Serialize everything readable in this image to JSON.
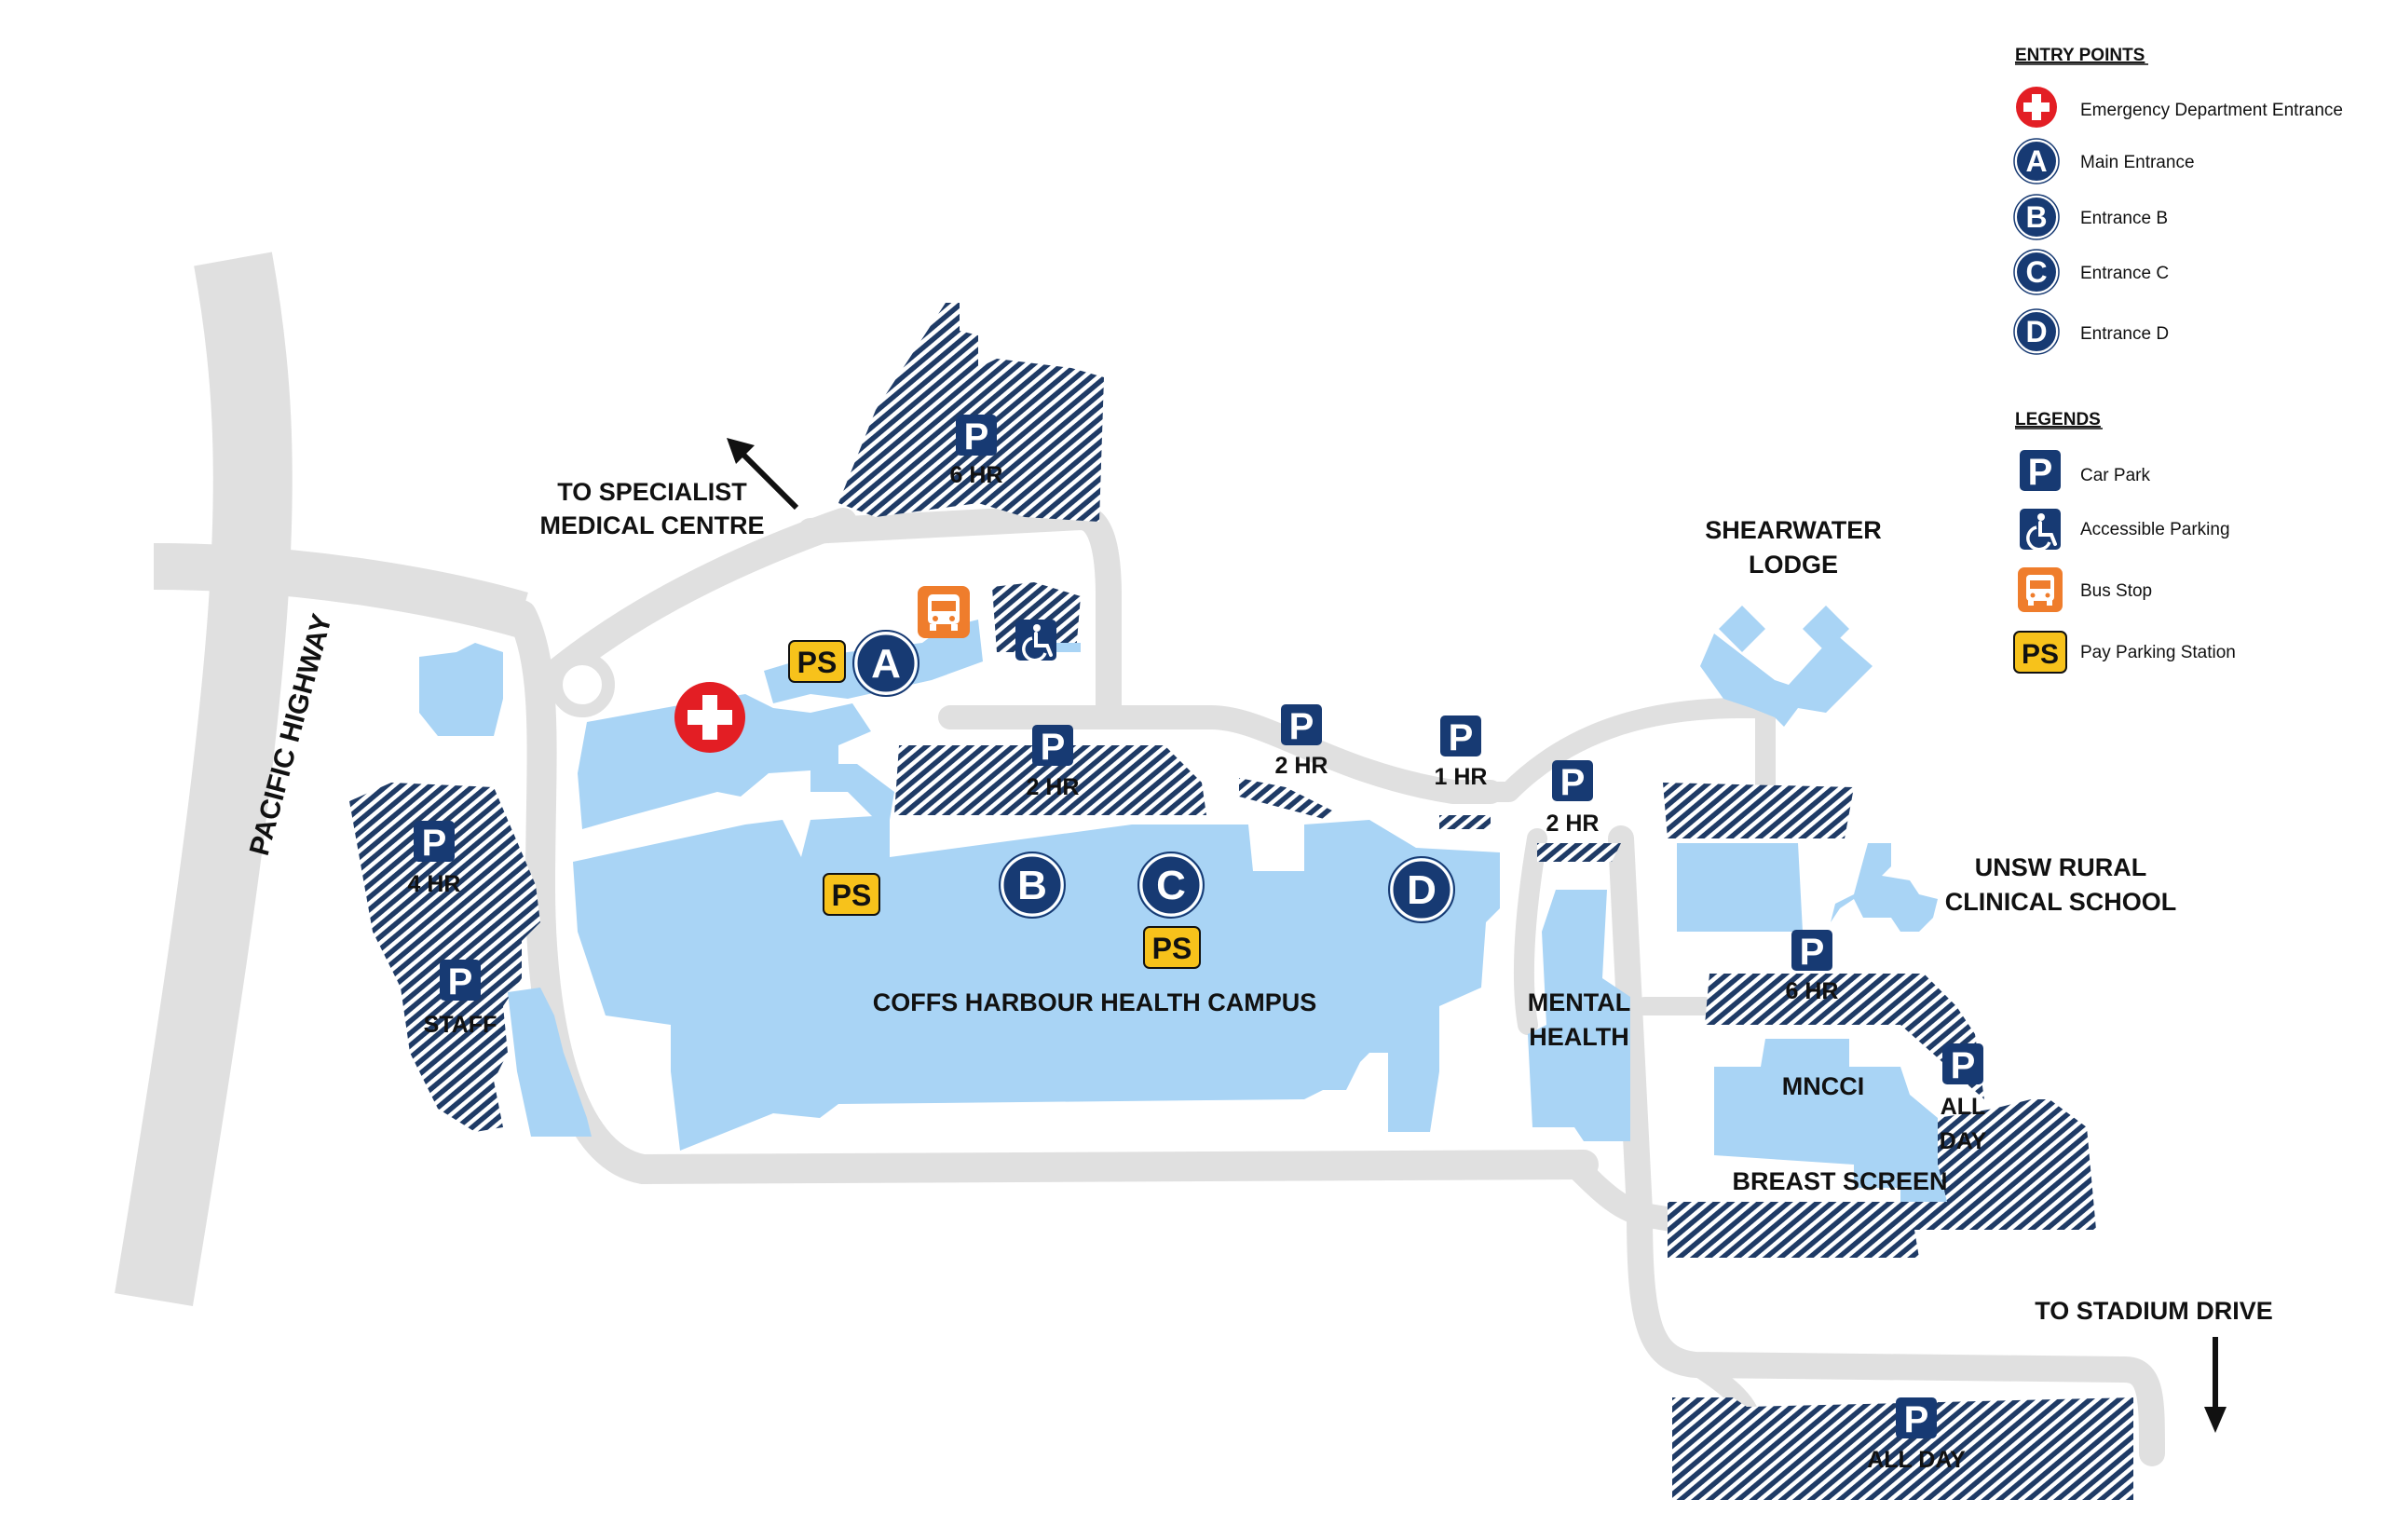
{
  "roads": {
    "highway": "PACIFIC HIGHWAY",
    "to_specialist": [
      "TO SPECIALIST",
      "MEDICAL CENTRE"
    ],
    "to_stadium": "TO STADIUM DRIVE"
  },
  "buildings": {
    "campus": "COFFS HARBOUR HEALTH CAMPUS",
    "shearwater": [
      "SHEARWATER",
      "LODGE"
    ],
    "unsw": [
      "UNSW RURAL",
      "CLINICAL SCHOOL"
    ],
    "mental_health": [
      "MENTAL",
      "HEALTH"
    ],
    "mncci": "MNCCI",
    "breast_screen": "BREAST SCREEN"
  },
  "car_parks": {
    "north_6hr": "6 HR",
    "west_4hr": "4 HR",
    "west_staff": "STAFF",
    "centre_2hr": "2 HR",
    "east_2hr": "2 HR",
    "east_1hr": "1 HR",
    "east2_2hr": "2 HR",
    "mncci_6hr": "6 HR",
    "all_day_east": [
      "ALL",
      "DAY"
    ],
    "all_day_south": "ALL DAY"
  },
  "symbols": {
    "parking_letter": "P",
    "pay_station": "PS",
    "entrance_a": "A",
    "entrance_b": "B",
    "entrance_c": "C",
    "entrance_d": "D"
  },
  "legend": {
    "entry_points_title": "ENTRY POINTS",
    "entry_points": [
      {
        "icon": "emergency-cross-icon",
        "label": "Emergency Department Entrance"
      },
      {
        "icon": "entrance-a-icon",
        "letter": "A",
        "label": "Main Entrance"
      },
      {
        "icon": "entrance-b-icon",
        "letter": "B",
        "label": "Entrance B"
      },
      {
        "icon": "entrance-c-icon",
        "letter": "C",
        "label": "Entrance C"
      },
      {
        "icon": "entrance-d-icon",
        "letter": "D",
        "label": "Entrance D"
      }
    ],
    "legends_title": "LEGENDS",
    "legends": [
      {
        "icon": "car-park-icon",
        "label": "Car Park"
      },
      {
        "icon": "accessible-parking-icon",
        "label": "Accessible Parking"
      },
      {
        "icon": "bus-stop-icon",
        "label": "Bus Stop"
      },
      {
        "icon": "pay-station-icon",
        "label": "Pay Parking Station"
      }
    ]
  },
  "colors": {
    "road": "#e0e0e0",
    "building": "#a9d4f5",
    "hatch": "#1f3b66",
    "symbol": "#173a73",
    "emergency": "#e31e24",
    "bus": "#ef7d2c",
    "pay_station": "#f7c21b"
  }
}
